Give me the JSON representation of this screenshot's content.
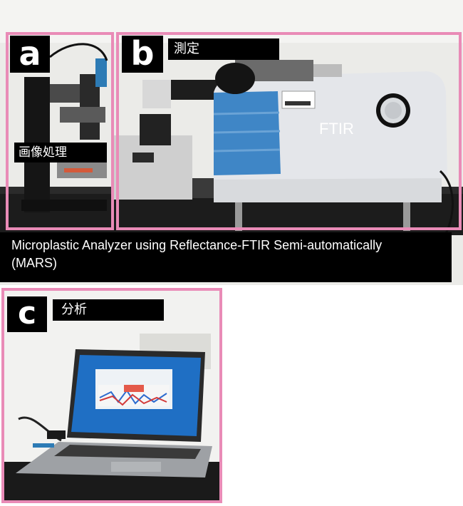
{
  "panels": {
    "a": {
      "letter": "a",
      "label": "画像処理"
    },
    "b": {
      "letter": "b",
      "label": "測定",
      "instrument_text": "FTIR"
    },
    "c": {
      "letter": "c",
      "label": "分析"
    }
  },
  "caption": {
    "line1": "Microplastic Analyzer using Reflectance-FTIR Semi-automatically",
    "line2": "(MARS)"
  },
  "colors": {
    "frame": "#e98bb7",
    "label_bg": "#000000",
    "ftir_body": "#e4e6ea",
    "ftir_accent": "#3f86c6"
  }
}
